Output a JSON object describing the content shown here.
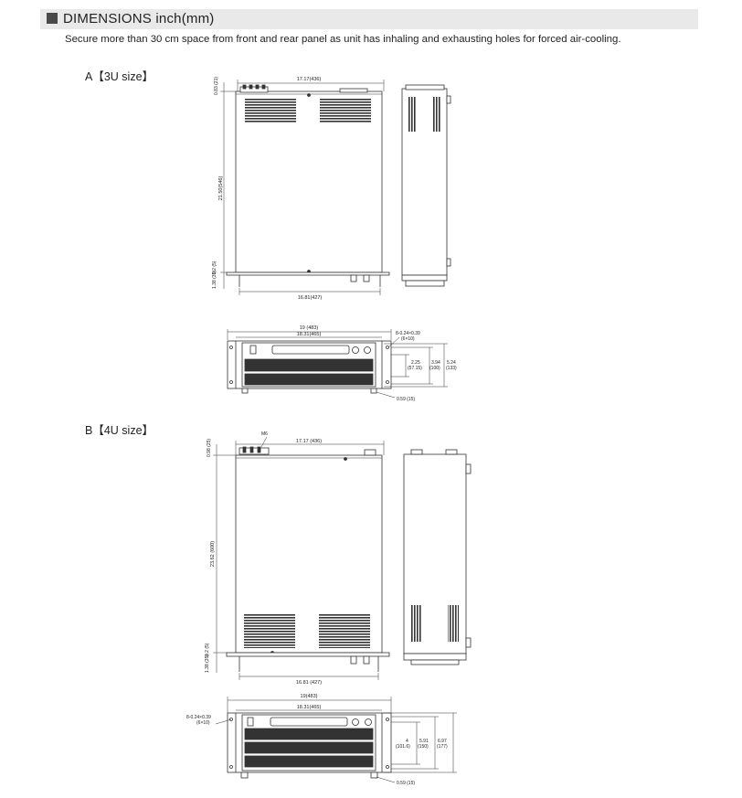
{
  "header": {
    "title": "DIMENSIONS inch(mm)",
    "subtitle": "Secure more than 30 cm space from front and rear panel as unit has inhaling and exhausting holes for forced air-cooling."
  },
  "sections": {
    "a": {
      "label": "A【3U size】",
      "dims": {
        "top_width": "17.17(436)",
        "top_offset": "0.83 (21)",
        "depth": "21.50(546)",
        "foot_a": "0.2 (5)",
        "foot_b": "1.38 (35)",
        "bottom_width": "16.81(427)",
        "front_width_outer": "19 (483)",
        "front_width_inner": "18.31(465)",
        "holes": "8-0.24×0.39",
        "holes_mm": "(6×10)",
        "h1": "2.25",
        "h1_mm": "(57.15)",
        "h2": "3.94",
        "h2_mm": "(100)",
        "h3": "5.24",
        "h3_mm": "(133)",
        "foot_h": "0.59 (15)"
      }
    },
    "b": {
      "label": "B【4U size】",
      "dims": {
        "screw": "M6",
        "top_width": "17.17 (436)",
        "top_offset": "0.98 (25)",
        "depth": "23.62 (600)",
        "foot_a": "0.2 (5)",
        "foot_b": "1.38 (35)",
        "bottom_width": "16.81 (427)",
        "front_width_outer": "19(483)",
        "front_width_inner": "18.31(465)",
        "holes": "8-0.24×0.39",
        "holes_mm": "(6×10)",
        "h1": "4",
        "h1_mm": "(101.6)",
        "h2": "5.91",
        "h2_mm": "(150)",
        "h3": "6.97",
        "h3_mm": "(177)",
        "foot_h": "0.59 (15)"
      }
    }
  }
}
